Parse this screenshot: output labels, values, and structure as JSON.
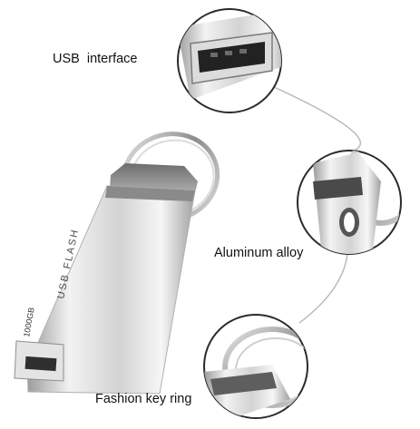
{
  "callouts": {
    "usb_interface": "USB  interface",
    "aluminum_alloy": "Aluminum alloy",
    "key_ring": "Fashion key ring"
  },
  "drive": {
    "brand_text": "USB FLASH",
    "capacity_text": "1000GB"
  }
}
